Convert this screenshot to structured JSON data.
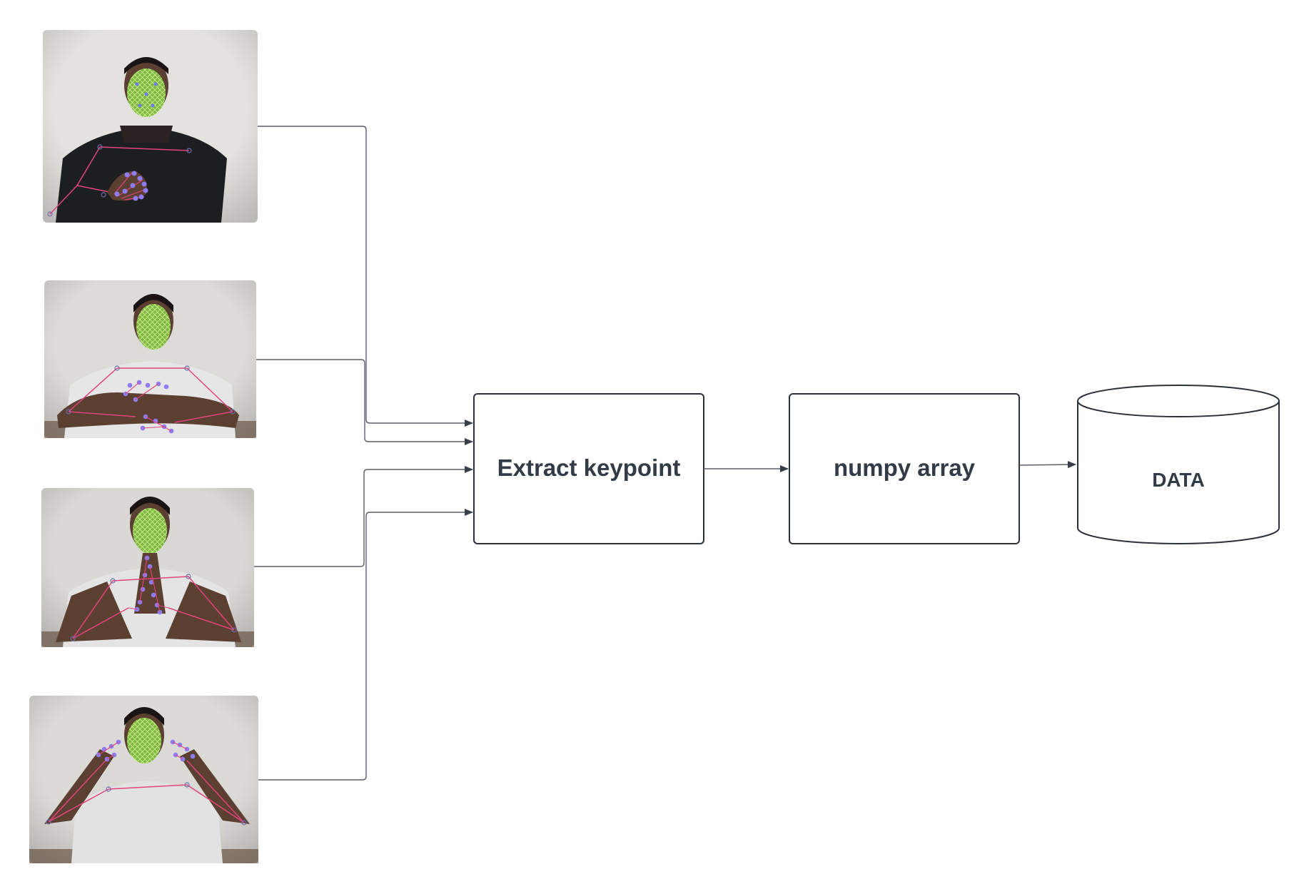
{
  "nodes": {
    "extract": {
      "label": "Extract keypoint"
    },
    "numpy": {
      "label": "numpy array"
    },
    "data": {
      "label": "DATA"
    }
  },
  "inputs": [
    {
      "name": "frame-black-shirt-hand-on-chest",
      "shirt": "#1d1e20",
      "wall": "#e3e2df"
    },
    {
      "name": "frame-white-shirt-hands-crossed",
      "shirt": "#e6e6e6",
      "wall": "#dcdbd8"
    },
    {
      "name": "frame-white-shirt-palms-together",
      "shirt": "#e4e4e4",
      "wall": "#d9d8d5"
    },
    {
      "name": "frame-white-shirt-hands-at-temples",
      "shirt": "#e2e2e2",
      "wall": "#dbdad6"
    }
  ],
  "colors": {
    "connector": "#5a5f66",
    "box_border": "#2c3038",
    "text": "#333b47",
    "face_mesh": "#9fdc63",
    "pose_line": "#e2447d",
    "hand_joint": "#8d7cf2"
  }
}
